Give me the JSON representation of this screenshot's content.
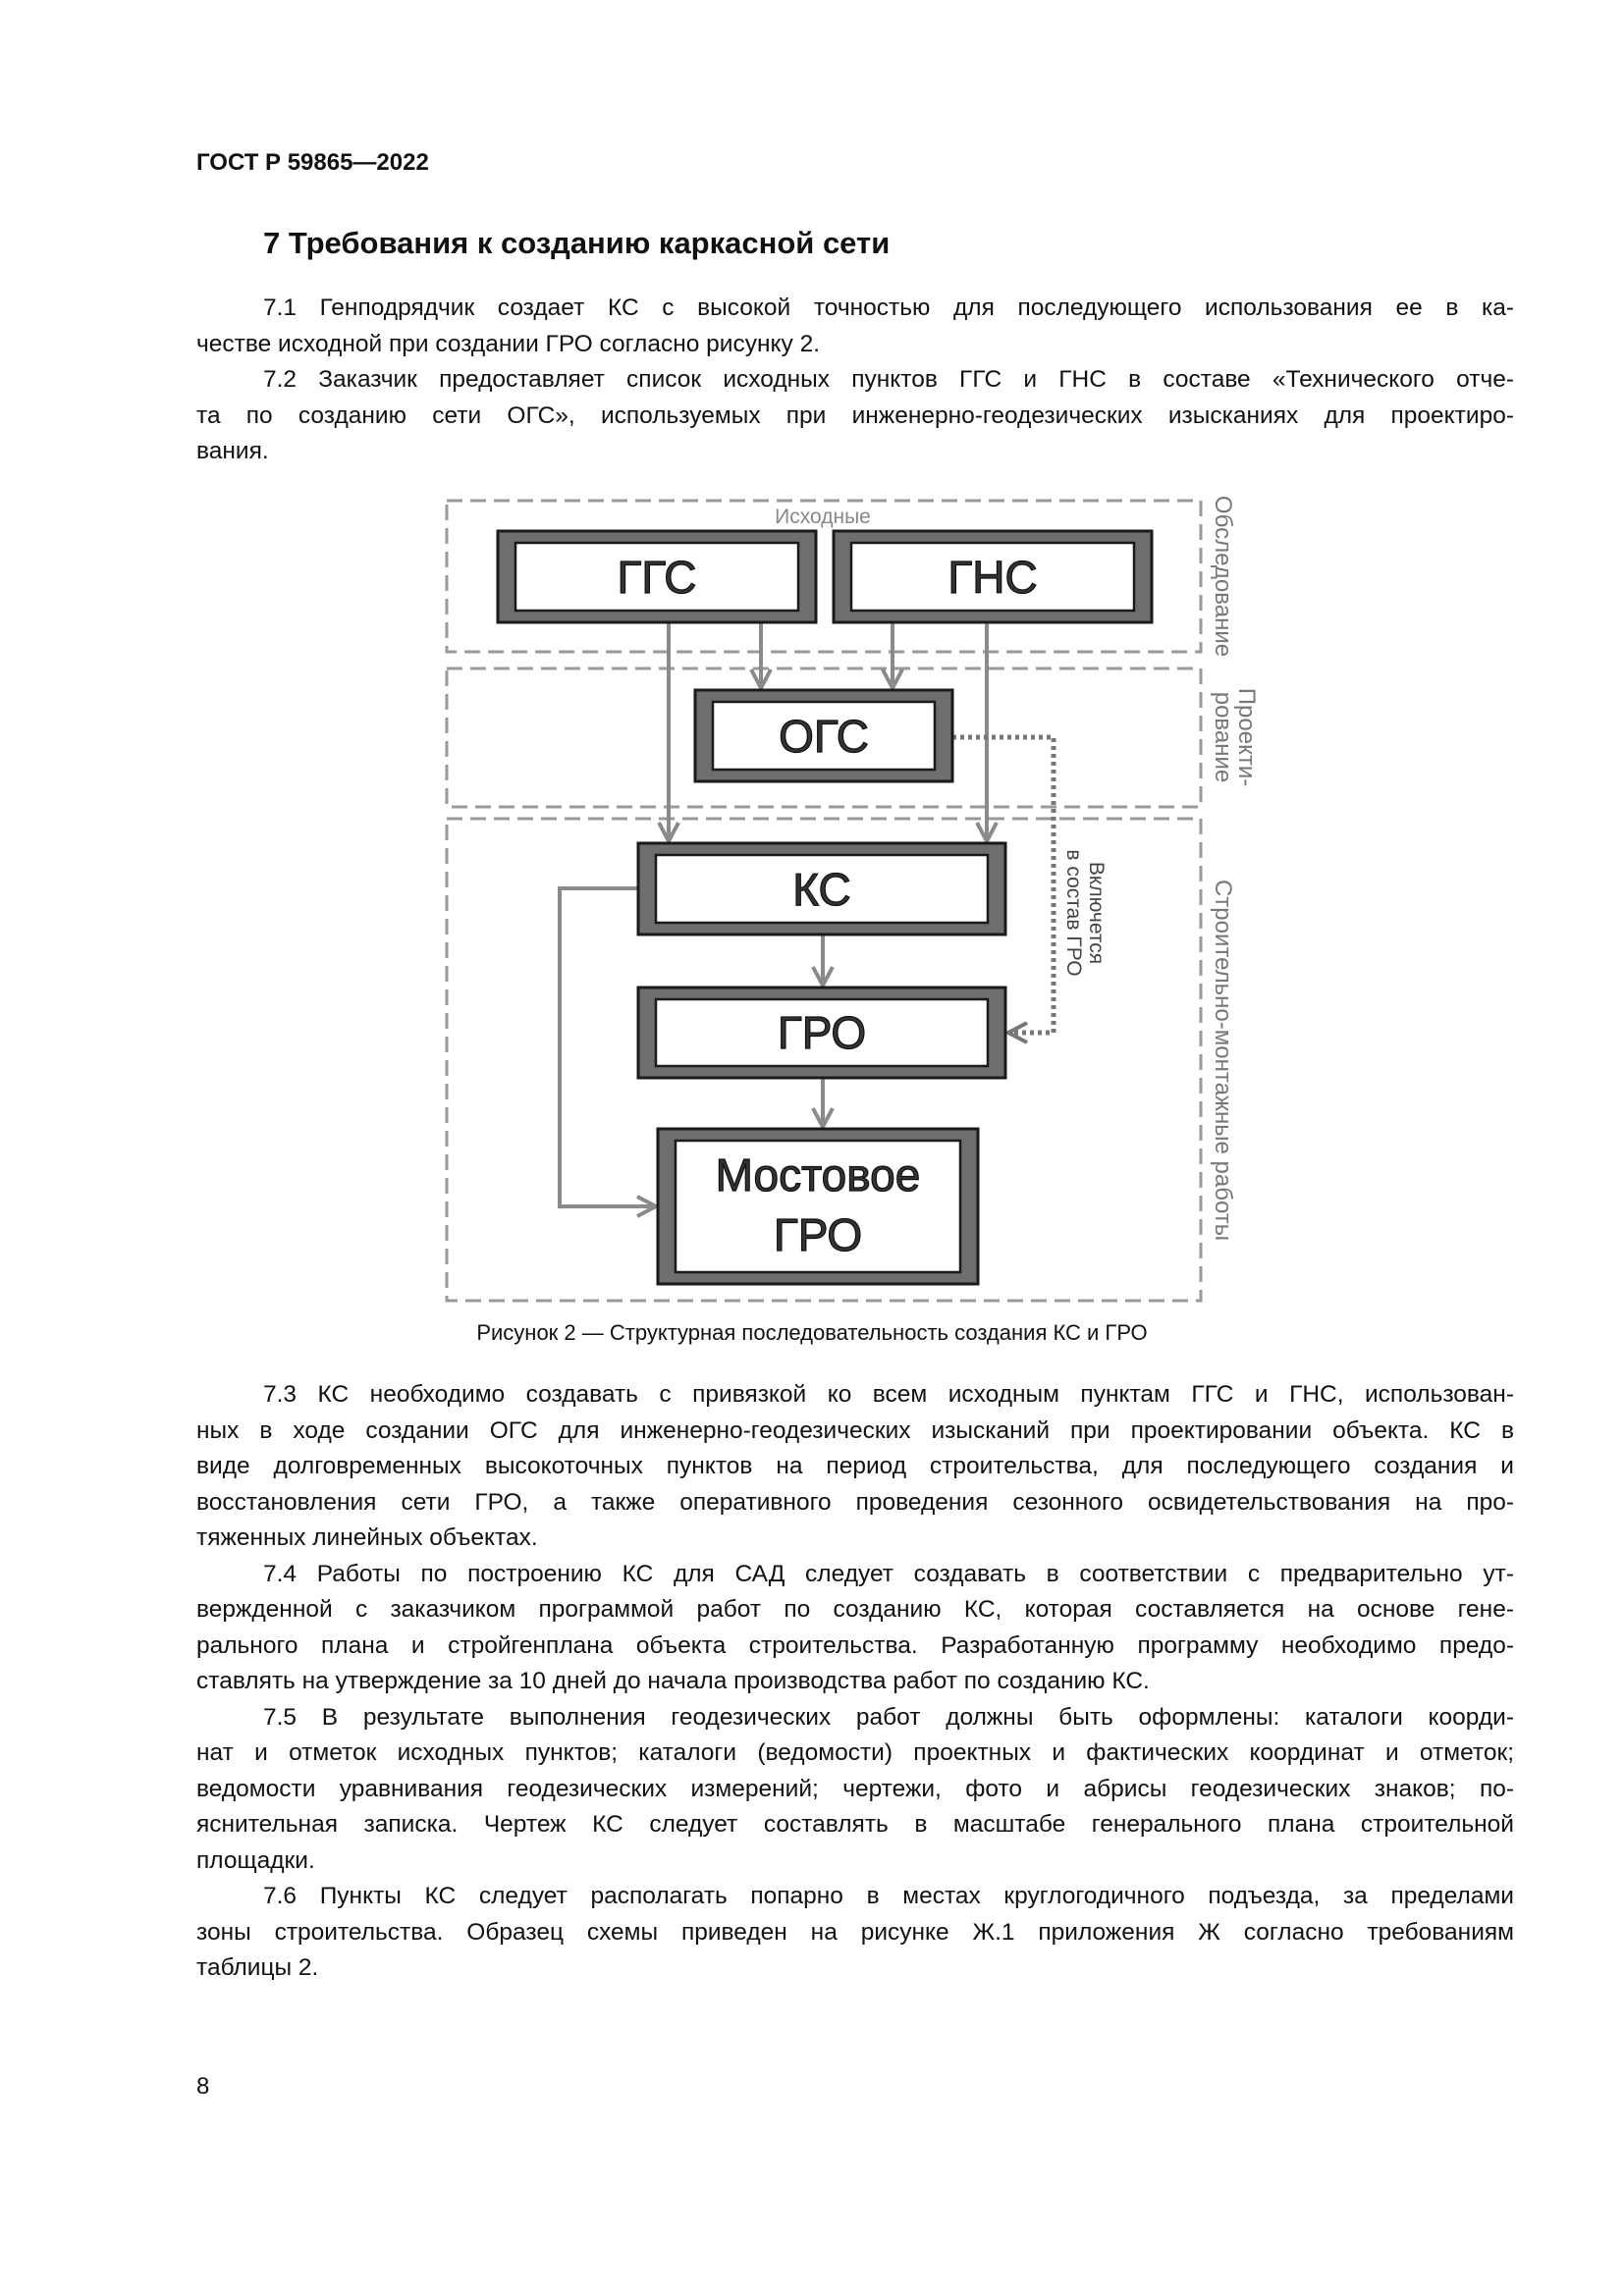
{
  "header": "ГОСТ Р 59865—2022",
  "section_title": "7  Требования к созданию каркасной сети",
  "paragraphs_top": [
    [
      "7.1 Генподрядчик создает КС с высокой точностью для последующего использования ее в ка-",
      "честве исходной при создании ГРО согласно рисунку 2."
    ],
    [
      "7.2  Заказчик предоставляет список исходных пунктов ГГС и ГНС в составе «Технического отче-",
      "та по созданию сети ОГС», используемых при инженерно-геодезических изысканиях для проектиро-",
      "вания."
    ]
  ],
  "figure": {
    "group_label": "Исходные",
    "stage_survey": "Обследование",
    "stage_design_1": "Проекти-",
    "stage_design_2": "рование",
    "stage_construction": "Строительно-монтажные работы",
    "dotted_label_1": "Включется",
    "dotted_label_2": "в состав ГРО",
    "boxes": {
      "ggs": "ГГС",
      "gns": "ГНС",
      "ogs": "ОГС",
      "ks": "КС",
      "gro": "ГРО",
      "bridge_1": "Мостовое",
      "bridge_2": "ГРО"
    },
    "caption": "Рисунок 2 — Структурная последовательность создания КС и ГРО"
  },
  "paragraphs_bottom": [
    [
      "7.3 КС необходимо создавать с привязкой ко всем исходным пунктам ГГС и ГНС, использован-",
      "ных в ходе создании ОГС для инженерно-геодезических изысканий при проектировании объекта. КС в",
      "виде долговременных высокоточных пунктов на период строительства, для последующего создания и",
      "восстановления сети ГРО, а также оперативного проведения сезонного освидетельствования на про-",
      "тяженных линейных объектах."
    ],
    [
      "7.4 Работы по построению КС для САД следует создавать в соответствии с предварительно ут-",
      "вержденной с заказчиком программой работ по созданию КС, которая составляется на основе гене-",
      "рального плана и стройгенплана объекта строительства. Разработанную программу необходимо предо-",
      "ставлять на утверждение за 10 дней до начала производства работ по созданию КС."
    ],
    [
      "7.5 В результате выполнения геодезических работ должны быть оформлены: каталоги коорди-",
      "нат и отметок исходных пунктов; каталоги (ведомости) проектных и фактических координат и отметок;",
      "ведомости уравнивания геодезических измерений; чертежи, фото и абрисы геодезических знаков; по-",
      "яснительная записка. Чертеж КС следует составлять в масштабе генерального плана строительной",
      "площадки."
    ],
    [
      "7.6 Пункты КС следует располагать попарно в местах круглогодичного подъезда, за пределами",
      "зоны строительства. Образец схемы приведен на рисунке Ж.1 приложения Ж согласно требованиям",
      "таблицы 2."
    ]
  ],
  "page_number": "8"
}
